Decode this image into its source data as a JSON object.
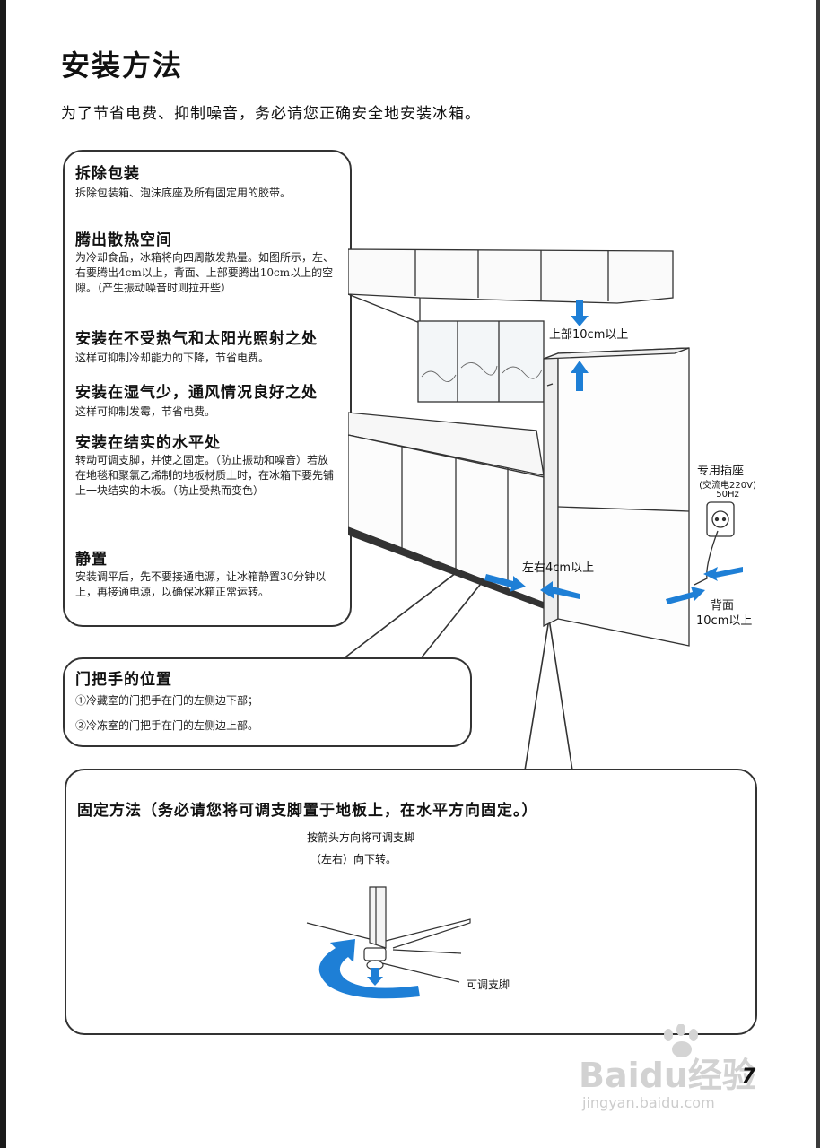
{
  "page": {
    "title": "安装方法",
    "subtitle": "为了节省电费、抑制噪音，务必请您正确安全地安装冰箱。",
    "number": "7"
  },
  "install_box": {
    "sections": [
      {
        "title": "拆除包装",
        "body": "拆除包装箱、泡沫底座及所有固定用的胶带。"
      },
      {
        "title": "腾出散热空间",
        "body": "为冷却食品，冰箱将向四周散发热量。如图所示，左、右要腾出4cm以上，背面、上部要腾出10cm以上的空隙。（产生振动噪音时则拉开些）"
      },
      {
        "title": "安装在不受热气和太阳光照射之处",
        "body": "这样可抑制冷却能力的下降，节省电费。"
      },
      {
        "title": "安装在湿气少，通风情况良好之处",
        "body": "这样可抑制发霉，节省电费。"
      },
      {
        "title": "安装在结实的水平处",
        "body": "转动可调支脚，并使之固定。（防止振动和噪音）若放在地毯和聚氯乙烯制的地板材质上时，在冰箱下要先铺上一块结实的木板。（防止受热而变色）"
      },
      {
        "title": "静置",
        "body": "安装调平后，先不要接通电源，让冰箱静置30分钟以上，再接通电源，以确保冰箱正常运转。"
      }
    ]
  },
  "diagram": {
    "top_label": "上部10cm以上",
    "side_label": "左右4cm以上",
    "outlet_label": "专用插座",
    "outlet_spec_1": "(交流电220V)",
    "outlet_spec_2": "50Hz",
    "back_label_1": "背面",
    "back_label_2": "10cm以上"
  },
  "handle_box": {
    "title": "门把手的位置",
    "line1": "①冷藏室的门把手在门的左侧边下部；",
    "line2": "②冷冻室的门把手在门的左侧边上部。"
  },
  "fix_box": {
    "title": "固定方法（务必请您将可调支脚置于地板上，在水平方向固定。）",
    "caption_1": "按箭头方向将可调支脚",
    "caption_2": "（左右）向下转。",
    "foot_label": "可调支脚"
  },
  "watermark": {
    "brand": "Baidu经验",
    "url": "jingyan.baidu.com"
  },
  "colors": {
    "arrow_blue": "#1e7fd6",
    "line": "#333333"
  }
}
